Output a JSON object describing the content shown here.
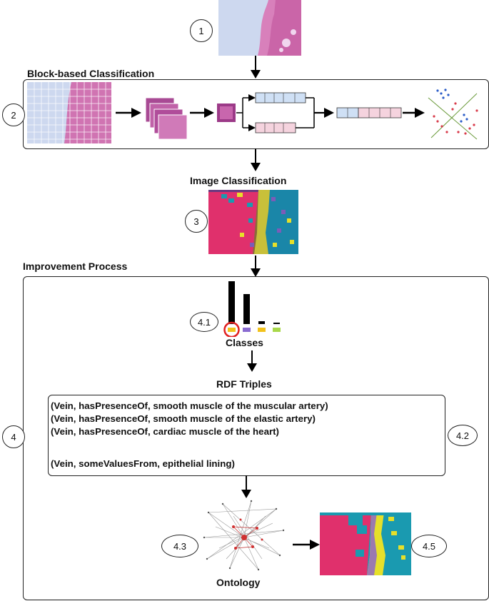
{
  "steps": {
    "s1": "1",
    "s2": "2",
    "s3": "3",
    "s4": "4",
    "s41": "4.1",
    "s42": "4.2",
    "s43": "4.3",
    "s45": "4.5"
  },
  "sections": {
    "block_based": "Block-based Classification",
    "image_classification": "Image Classification",
    "improvement": "Improvement Process"
  },
  "labels": {
    "classes": "Classes",
    "rdf": "RDF Triples",
    "ontology": "Ontology"
  },
  "triples": [
    "(Vein, hasPresenceOf, smooth muscle of the muscular artery)",
    "(Vein, hasPresenceOf, smooth muscle of the elastic artery)",
    "(Vein, hasPresenceOf, cardiac muscle of the heart)",
    "(Vein, someValuesFrom, epithelial lining)"
  ],
  "colors": {
    "magenta": "#e0306c",
    "teal": "#1a9ab0",
    "yellow": "#e6e02a",
    "purple": "#7b5cb8",
    "bar_yellow": "#f2c21b",
    "bar_purple": "#8a6bd1",
    "bar_green": "#a8d84a",
    "highlight_red": "#e02020",
    "tissue_pink": "#d77fb7",
    "slide_bg": "#c8d8f0"
  }
}
